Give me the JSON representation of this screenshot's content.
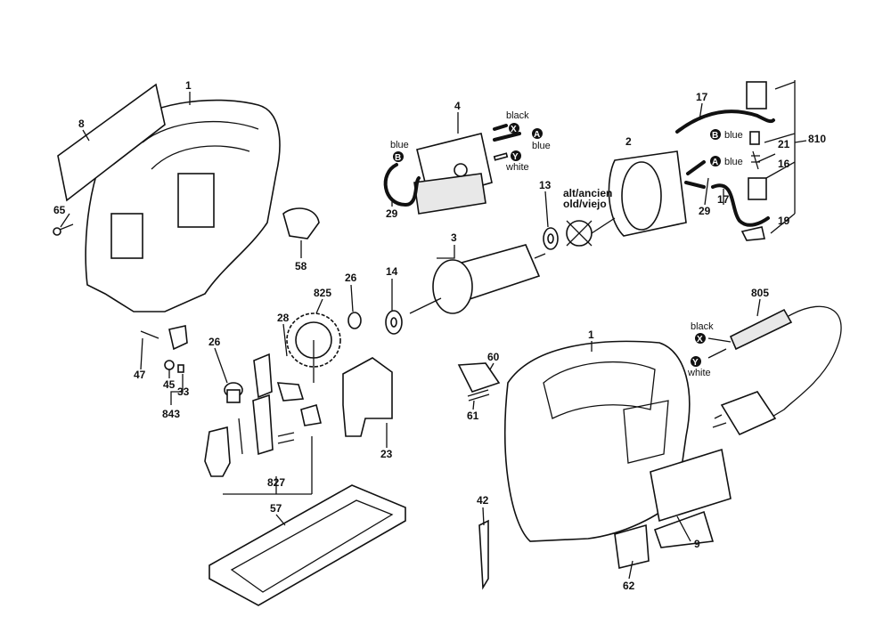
{
  "diagram": {
    "type": "exploded-parts-diagram",
    "callouts": {
      "housing_left": "1",
      "nameplate": "8",
      "screw": "65",
      "cap": "58",
      "pin": "47",
      "part45": "45",
      "part33": "33",
      "group843": "843",
      "switch": "4",
      "switch_wire": "29",
      "field": "2",
      "bearing13": "13",
      "armature": "3",
      "bearing14": "14",
      "gear": "825",
      "part26a": "26",
      "part28": "28",
      "part26b": "26",
      "group827": "827",
      "bracket": "23",
      "shoe": "57",
      "wire17a": "17",
      "part21": "21",
      "group810": "810",
      "part16": "16",
      "wire29b": "29",
      "wire17b": "17",
      "part19": "19",
      "cord": "805",
      "part60": "60",
      "spring61": "61",
      "housing_assembled": "1",
      "blade": "42",
      "label62": "62",
      "label9": "9"
    },
    "wire_labels": {
      "switch_black": "black",
      "switch_x": "X",
      "switch_a": "A",
      "switch_blue": "blue",
      "switch_y": "Y",
      "switch_white": "white",
      "wire_b_blue": "blue",
      "wire_b": "B",
      "field_b": "B",
      "field_b_blue": "blue",
      "field_a": "A",
      "field_a_blue": "blue",
      "cord_black": "black",
      "cord_x": "X",
      "cord_y": "Y",
      "cord_white": "white"
    },
    "note_line1": "alt/ancien",
    "note_line2": "old/viejo"
  }
}
